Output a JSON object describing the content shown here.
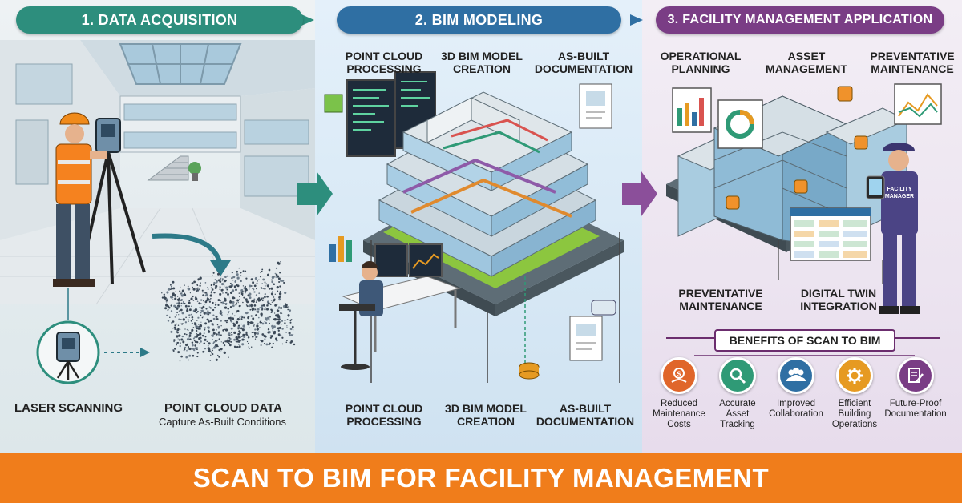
{
  "sections": [
    {
      "banner": "1. DATA ACQUISITION",
      "color": "#2d8e7d"
    },
    {
      "banner": "2. BIM MODELING",
      "color": "#2f6fa3"
    },
    {
      "banner": "3. FACILITY MANAGEMENT APPLICATION",
      "color": "#7a3d85"
    }
  ],
  "acquisition": {
    "laser_scanning": "LASER SCANNING",
    "point_cloud_data": "POINT CLOUD DATA",
    "capture_caption": "Capture As-Built Conditions"
  },
  "modeling": {
    "top_labels": [
      {
        "line1": "POINT CLOUD",
        "line2": "PROCESSING"
      },
      {
        "line1": "3D BIM MODEL",
        "line2": "CREATION"
      },
      {
        "line1": "AS-BUILT",
        "line2": "DOCUMENTATION"
      }
    ],
    "bottom_labels": [
      {
        "line1": "POINT CLOUD",
        "line2": "PROCESSING"
      },
      {
        "line1": "3D BIM MODEL",
        "line2": "CREATION"
      },
      {
        "line1": "AS-BUILT",
        "line2": "DOCUMENTATION"
      }
    ]
  },
  "facility": {
    "top_labels": [
      {
        "line1": "OPERATIONAL",
        "line2": "PLANNING"
      },
      {
        "line1": "ASSET",
        "line2": "MANAGEMENT"
      },
      {
        "line1": "PREVENTATIVE",
        "line2": "MAINTENANCE"
      }
    ],
    "mid_labels": [
      {
        "line1": "PREVENTATIVE",
        "line2": "MAINTENANCE"
      },
      {
        "line1": "DIGITAL TWIN",
        "line2": "INTEGRATION"
      }
    ],
    "badge_line1": "FACILITY",
    "badge_line2": "MANAGER",
    "benefits_title": "BENEFITS OF SCAN TO BIM",
    "benefits": [
      {
        "lines": [
          "Reduced",
          "Maintenance",
          "Costs"
        ],
        "color": "#e0662a",
        "icon": "money-hand-icon"
      },
      {
        "lines": [
          "Accurate",
          "Asset",
          "Tracking"
        ],
        "color": "#2f9a76",
        "icon": "magnifier-icon"
      },
      {
        "lines": [
          "Improved",
          "Collaboration"
        ],
        "color": "#2f6fa3",
        "icon": "people-icon"
      },
      {
        "lines": [
          "Efficient",
          "Building",
          "Operations"
        ],
        "color": "#e69a22",
        "icon": "gear-icon"
      },
      {
        "lines": [
          "Future-Proof",
          "Documentation"
        ],
        "color": "#7a3d85",
        "icon": "document-pen-icon"
      }
    ]
  },
  "footer": "SCAN TO BIM FOR FACILITY MANAGEMENT"
}
